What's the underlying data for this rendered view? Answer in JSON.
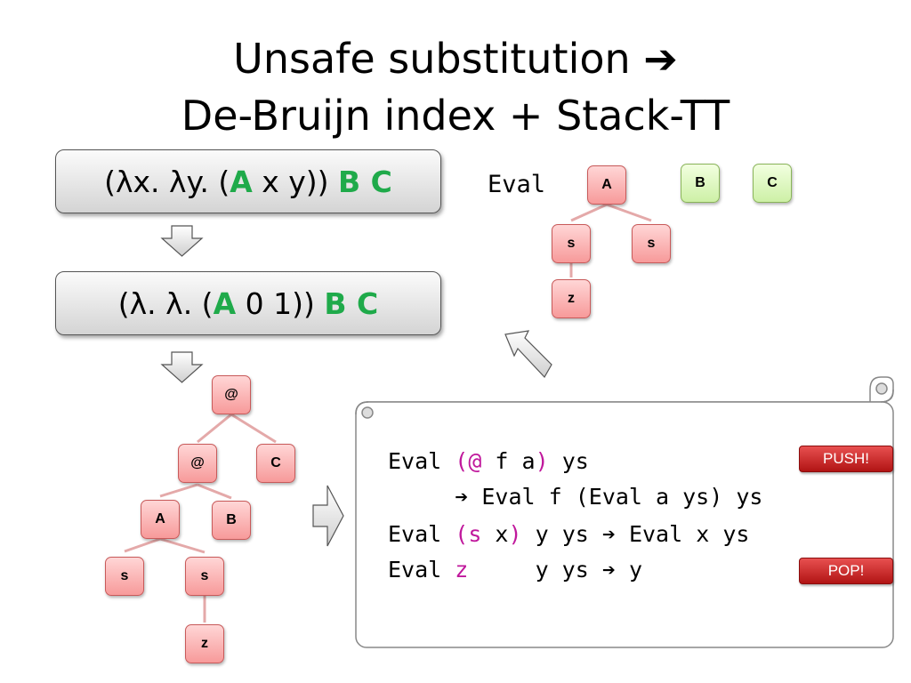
{
  "title": {
    "line1": "Unsafe substitution",
    "arrow": "➔",
    "line2": "De-Bruijn index + Stack-TT"
  },
  "terms": {
    "named": {
      "prefix": "(λx. λy. (",
      "a": "A",
      "mid": " x y)) ",
      "bc": "B C"
    },
    "debruijn": {
      "prefix": "(λ. λ. (",
      "a": "A",
      "mid": " 0 1)) ",
      "bc": "B C"
    }
  },
  "tree": {
    "app1": "@",
    "app2": "@",
    "c": "C",
    "a": "A",
    "b": "B",
    "s1": "s",
    "s2": "s",
    "z": "z"
  },
  "eval_tree": {
    "label": "Eval",
    "a": "A",
    "b": "B",
    "c": "C",
    "s1": "s",
    "s2": "s",
    "z": "z"
  },
  "rules": {
    "l1_eval": "Eval ",
    "l1_open": "(@",
    "l1_mid": " f a",
    "l1_close": ")",
    "l1_rest": " ys",
    "l2": "     ➔ Eval f (Eval a ys) ys",
    "l3_eval": "Eval ",
    "l3_open": "(s",
    "l3_mid": " x",
    "l3_close": ")",
    "l3_rest": " y ys ➔ Eval x ys",
    "l4_eval": "Eval ",
    "l4_z": "z",
    "l4_rest": "     y ys ➔ y",
    "push": "PUSH!",
    "pop": "POP!"
  }
}
